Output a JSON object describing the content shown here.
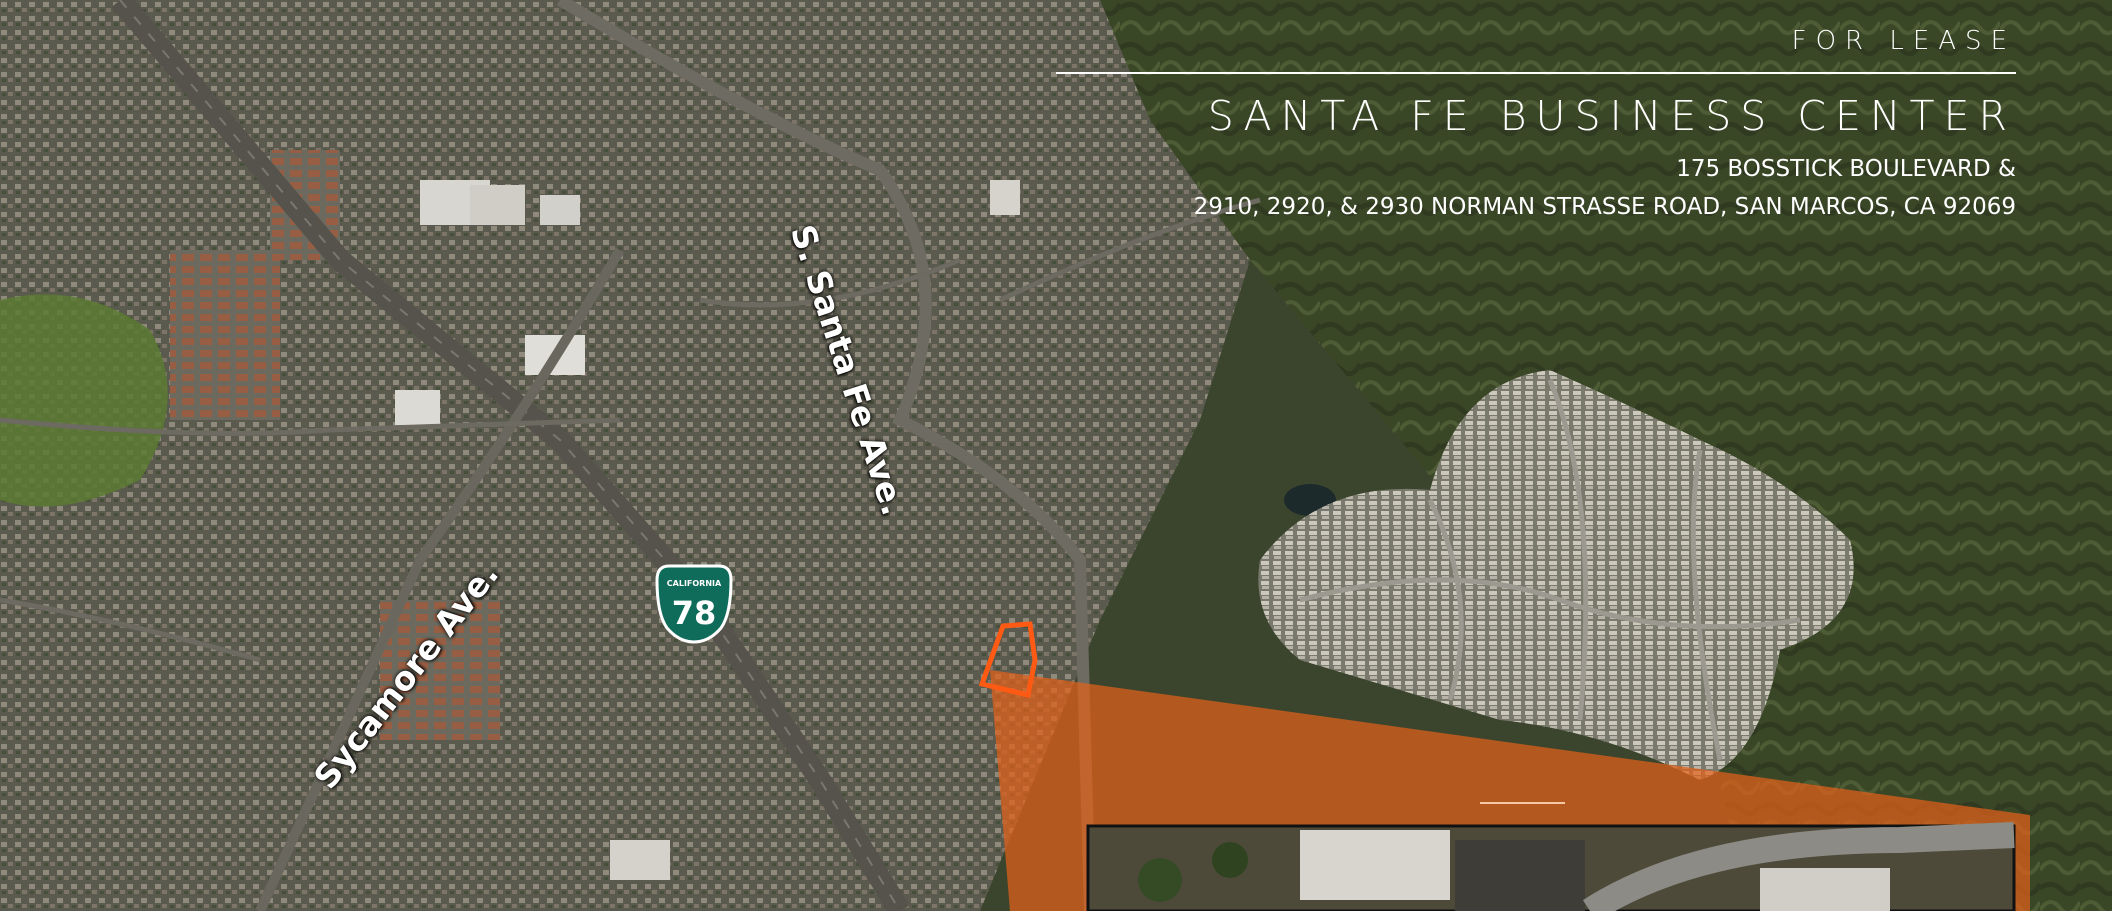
{
  "header": {
    "eyebrow": "FOR LEASE",
    "title": "SANTA FE BUSINESS CENTER",
    "address_line1": "175 BOSSTICK BOULEVARD &",
    "address_line2": "2910, 2920, & 2930 NORMAN STRASSE ROAD, SAN MARCOS, CA 92069"
  },
  "roads": {
    "santa_fe": "S. Santa Fe Ave.",
    "sycamore": "Sycamore Ave."
  },
  "highway_shield": {
    "state": "CALIFORNIA",
    "number": "78",
    "color": "#0f6b5a"
  },
  "colors": {
    "overlay": "#e2611b",
    "site_outline": "#ff5a14",
    "terrain": "#3d4a2b",
    "urban": "#5d5a50"
  }
}
